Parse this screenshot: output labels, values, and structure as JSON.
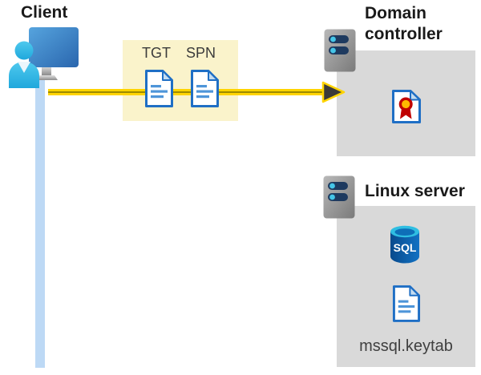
{
  "nodes": {
    "client": {
      "label": "Client"
    },
    "ticket_box": {
      "tgt_label": "TGT",
      "spn_label": "SPN"
    },
    "domain_controller": {
      "label": "Domain controller"
    },
    "linux_server": {
      "label": "Linux server",
      "sql_label": "SQL",
      "keytab_label": "mssql.keytab"
    }
  },
  "icons": {
    "client": "monitor-with-user-icon",
    "ticket_documents": "document-icon",
    "domain_controller": "server-tower-icon",
    "certificate": "certificate-ribbon-icon",
    "linux_server": "server-tower-icon",
    "database": "sql-database-cylinder-icon",
    "keytab_file": "document-icon",
    "flow": "yellow-double-arrow-right"
  },
  "colors": {
    "highlight_box": "#FAF3CB",
    "panel_gray": "#D9D9D9",
    "arrow_yellow": "#FFD400",
    "arrow_core": "#9C8A00",
    "arrowhead": "#3B3A39",
    "client_timeline": "#BDD9F5",
    "doc_border": "#1F6FC5",
    "doc_lines": "#4E95D9",
    "monitor_blue": "#2E75B6",
    "person_cyan": "#31BCE6",
    "server_slot_navy": "#1E3A5F",
    "server_dot_cyan": "#45C6E8",
    "sql_body_blue": "#0C59A4",
    "sql_top_cyan": "#2FBEE2",
    "cert_red": "#C00000",
    "cert_gold": "#FFB900"
  }
}
